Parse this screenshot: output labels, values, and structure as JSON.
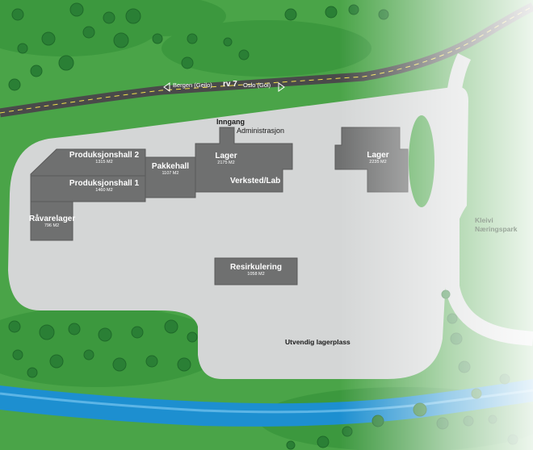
{
  "road": {
    "left_destination": "Bergen (Geilo)",
    "route_name": "rv 7",
    "right_destination": "Oslo (Gol)"
  },
  "labels": {
    "entrance": "Inngang",
    "administration": "Administrasjon",
    "workshop": "Verksted/Lab",
    "outdoor_storage": "Utvendig lagerplass",
    "business_park_line1": "Kleivi",
    "business_park_line2": "Næringspark"
  },
  "buildings": {
    "production_hall_2": {
      "name": "Produksjonshall 2",
      "area": "1315 M2"
    },
    "production_hall_1": {
      "name": "Produksjonshall 1",
      "area": "1460 M2"
    },
    "raw_material_storage": {
      "name": "Råvarelager",
      "area": "796 M2"
    },
    "packing_hall": {
      "name": "Pakkehall",
      "area": "1107 M2"
    },
    "storage_center": {
      "name": "Lager",
      "area": "2175 M2"
    },
    "storage_east": {
      "name": "Lager",
      "area": "2235 M2"
    },
    "recycling": {
      "name": "Resirkulering",
      "area": "1058 M2"
    }
  },
  "colors": {
    "grass": "#4aa448",
    "dark_grass": "#2f8a32",
    "lot": "#d4d6d6",
    "building": "#6f7070",
    "road": "#5a5a5a",
    "river": "#1d8fd0",
    "tree": "#2a7f35"
  }
}
